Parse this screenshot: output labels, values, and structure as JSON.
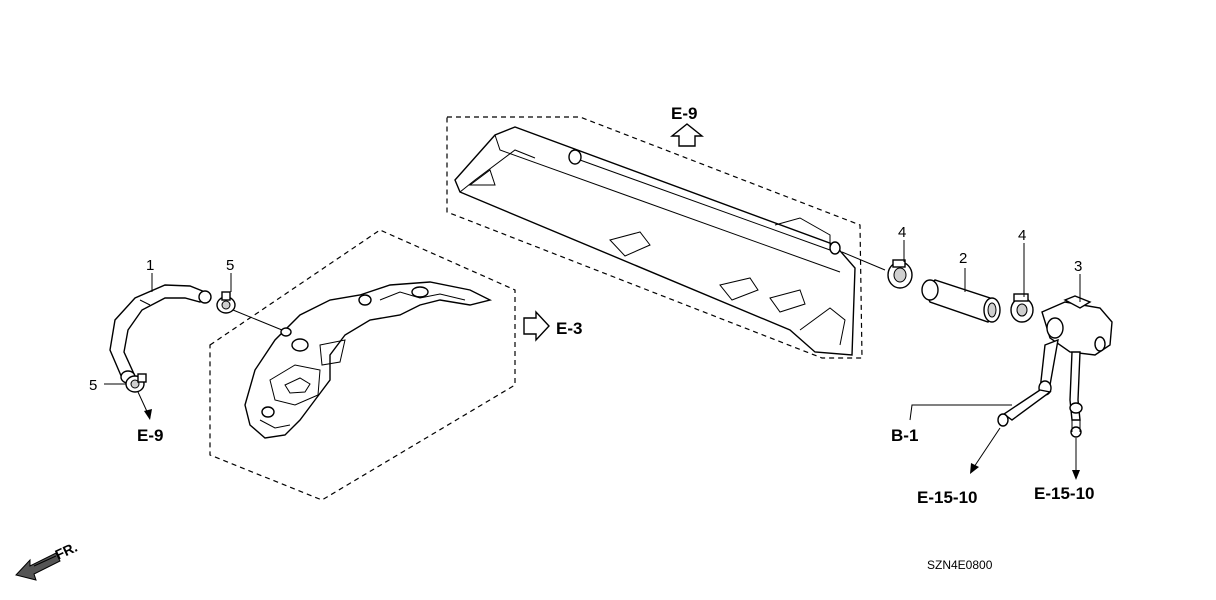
{
  "part_numbers": {
    "p1": "1",
    "p5_upper": "5",
    "p5_lower": "5",
    "p4_left": "4",
    "p2": "2",
    "p4_right": "4",
    "p3": "3"
  },
  "references": {
    "e9_top": "E-9",
    "e3": "E-3",
    "e9_left": "E-9",
    "b1": "B-1",
    "e15_10_left": "E-15-10",
    "e15_10_right": "E-15-10"
  },
  "front_indicator": "FR.",
  "diagram_code": "SZN4E0800"
}
